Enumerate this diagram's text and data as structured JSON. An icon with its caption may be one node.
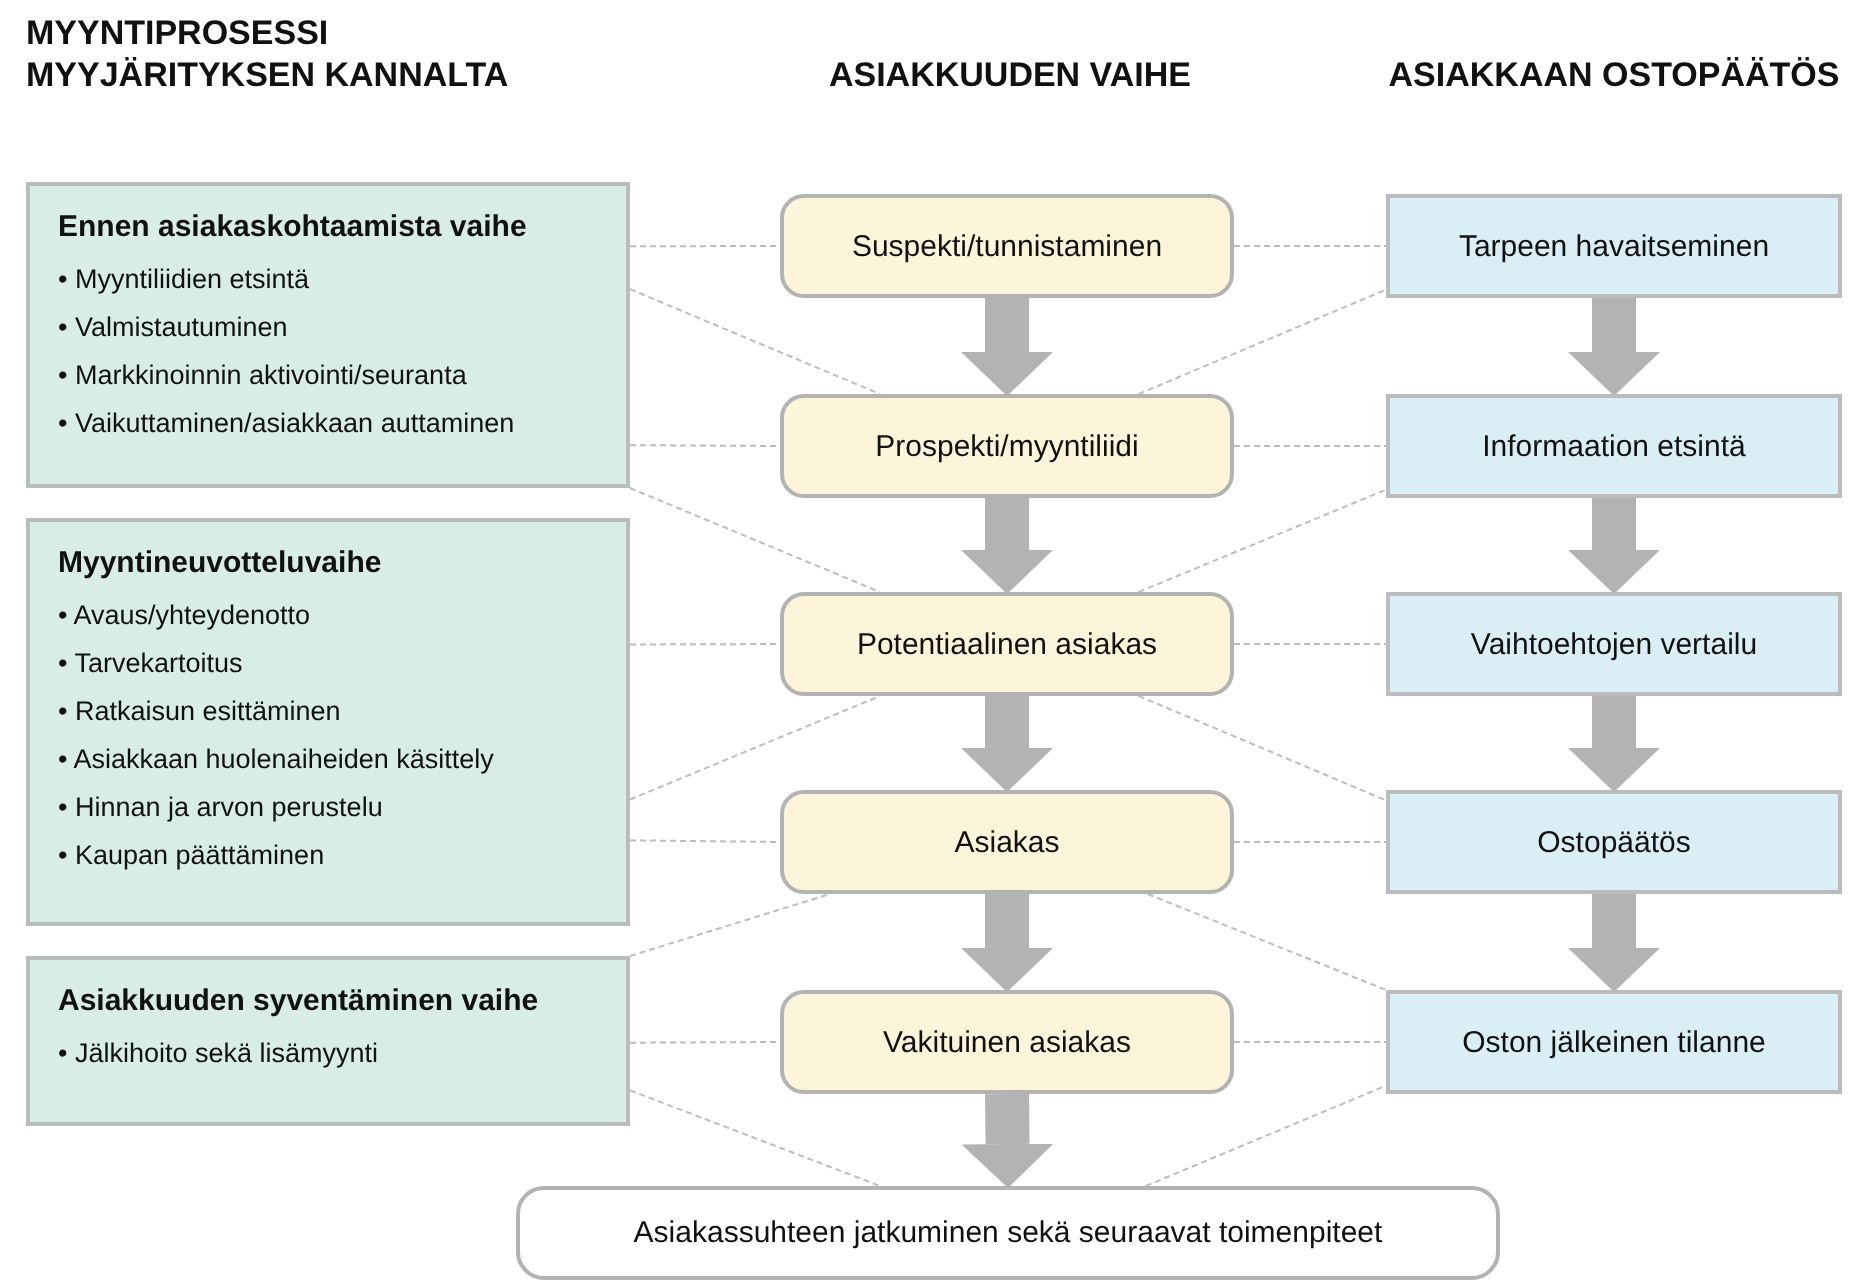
{
  "diagram": {
    "nodes": [
      {
        "text": [
          "Ennen asiakaskohtaamista vaihe",
          "• Myyntiliidien etsintä",
          "• Valmistautuminen",
          "• Markkinoinnin aktivointi/seuranta",
          "• Vaikuttaminen/asiakkaan auttaminen"
        ]
      },
      {
        "text": [
          "Myyntineuvotteluvaihe",
          "• Avaus/yhteydenotto",
          "• Tarvekartoitus",
          "• Ratkaisun esittäminen",
          "• Asiakkaan huolenaiheiden käsittely",
          "• Hinnan ja arvon perustelu",
          "• Kaupan päättäminen"
        ]
      },
      {
        "text": [
          "Asiakkuuden syventäminen vaihe",
          "• Jälkihoito sekä lisämyynti"
        ]
      },
      {
        "text": [
          "Suspekti/tunnistaminen"
        ]
      },
      {
        "text": [
          "Prospekti/myyntiliidi"
        ]
      },
      {
        "text": [
          "Potentiaalinen asiakas"
        ]
      },
      {
        "text": [
          "Asiakas"
        ]
      },
      {
        "text": [
          "Vakituinen asiakas"
        ]
      },
      {
        "text": [
          "Asiakassuhteen jatkuminen sekä seuraavat toimenpiteet"
        ]
      },
      {
        "text": [
          "Tarpeen havaitseminen"
        ]
      },
      {
        "text": [
          "Informaation etsintä"
        ]
      },
      {
        "text": [
          "Vaihtoehtojen vertailu"
        ]
      },
      {
        "text": [
          "Ostopäätös"
        ]
      },
      {
        "text": [
          "Oston jälkeinen tilanne"
        ]
      }
    ],
    "edges": [
      {
        "from": 3,
        "to": 4,
        "arrow": "to",
        "style": "thick",
        "color": "#b3b3b3"
      },
      {
        "from": 4,
        "to": 5,
        "arrow": "to",
        "style": "thick",
        "color": "#b3b3b3"
      },
      {
        "from": 5,
        "to": 6,
        "arrow": "to",
        "style": "thick",
        "color": "#b3b3b3"
      },
      {
        "from": 6,
        "to": 7,
        "arrow": "to",
        "style": "thick",
        "color": "#b3b3b3"
      },
      {
        "from": 7,
        "to": 8,
        "arrow": "to",
        "style": "thick",
        "color": "#b3b3b3"
      },
      {
        "from": 9,
        "to": 10,
        "arrow": "to",
        "style": "thick",
        "color": "#b3b3b3"
      },
      {
        "from": 10,
        "to": 11,
        "arrow": "to",
        "style": "thick",
        "color": "#b3b3b3"
      },
      {
        "from": 11,
        "to": 12,
        "arrow": "to",
        "style": "thick",
        "color": "#b3b3b3"
      },
      {
        "from": 12,
        "to": 13,
        "arrow": "to",
        "style": "thick",
        "color": "#b3b3b3"
      },
      {
        "from": 0,
        "to": 3,
        "arrow": "none",
        "style": "dashed"
      },
      {
        "from": 0,
        "to": 4,
        "arrow": "none",
        "style": "dashed"
      },
      {
        "from": 0,
        "to": 4,
        "arrow": "none",
        "style": "dashed"
      },
      {
        "from": 0,
        "to": 5,
        "arrow": "none",
        "style": "dashed"
      },
      {
        "from": 1,
        "to": 5,
        "arrow": "none",
        "style": "dashed"
      },
      {
        "from": 1,
        "to": 5,
        "arrow": "none",
        "style": "dashed"
      },
      {
        "from": 1,
        "to": 6,
        "arrow": "none",
        "style": "dashed"
      },
      {
        "from": 2,
        "to": 6,
        "arrow": "none",
        "style": "dashed"
      },
      {
        "from": 2,
        "to": 7,
        "arrow": "none",
        "style": "dashed"
      },
      {
        "from": 2,
        "to": 8,
        "arrow": "none",
        "style": "dashed"
      },
      {
        "from": 3,
        "to": 9,
        "arrow": "none",
        "style": "dashed"
      },
      {
        "from": 4,
        "to": 9,
        "arrow": "none",
        "style": "dashed"
      },
      {
        "from": 4,
        "to": 10,
        "arrow": "none",
        "style": "dashed"
      },
      {
        "from": 5,
        "to": 10,
        "arrow": "none",
        "style": "dashed"
      },
      {
        "from": 5,
        "to": 11,
        "arrow": "none",
        "style": "dashed"
      },
      {
        "from": 5,
        "to": 12,
        "arrow": "none",
        "style": "dashed"
      },
      {
        "from": 6,
        "to": 12,
        "arrow": "none",
        "style": "dashed"
      },
      {
        "from": 6,
        "to": 13,
        "arrow": "none",
        "style": "dashed"
      },
      {
        "from": 7,
        "to": 13,
        "arrow": "none",
        "style": "dashed"
      },
      {
        "from": 8,
        "to": 13,
        "arrow": "none",
        "style": "dashed"
      }
    ],
    "labels": [
      "MYYNTIPROSESSI MYYJÄRITYKSEN KANNALTA",
      "ASIAKKUUDEN VAIHE",
      "ASIAKKAAN OSTOPÄÄTÖS"
    ]
  }
}
